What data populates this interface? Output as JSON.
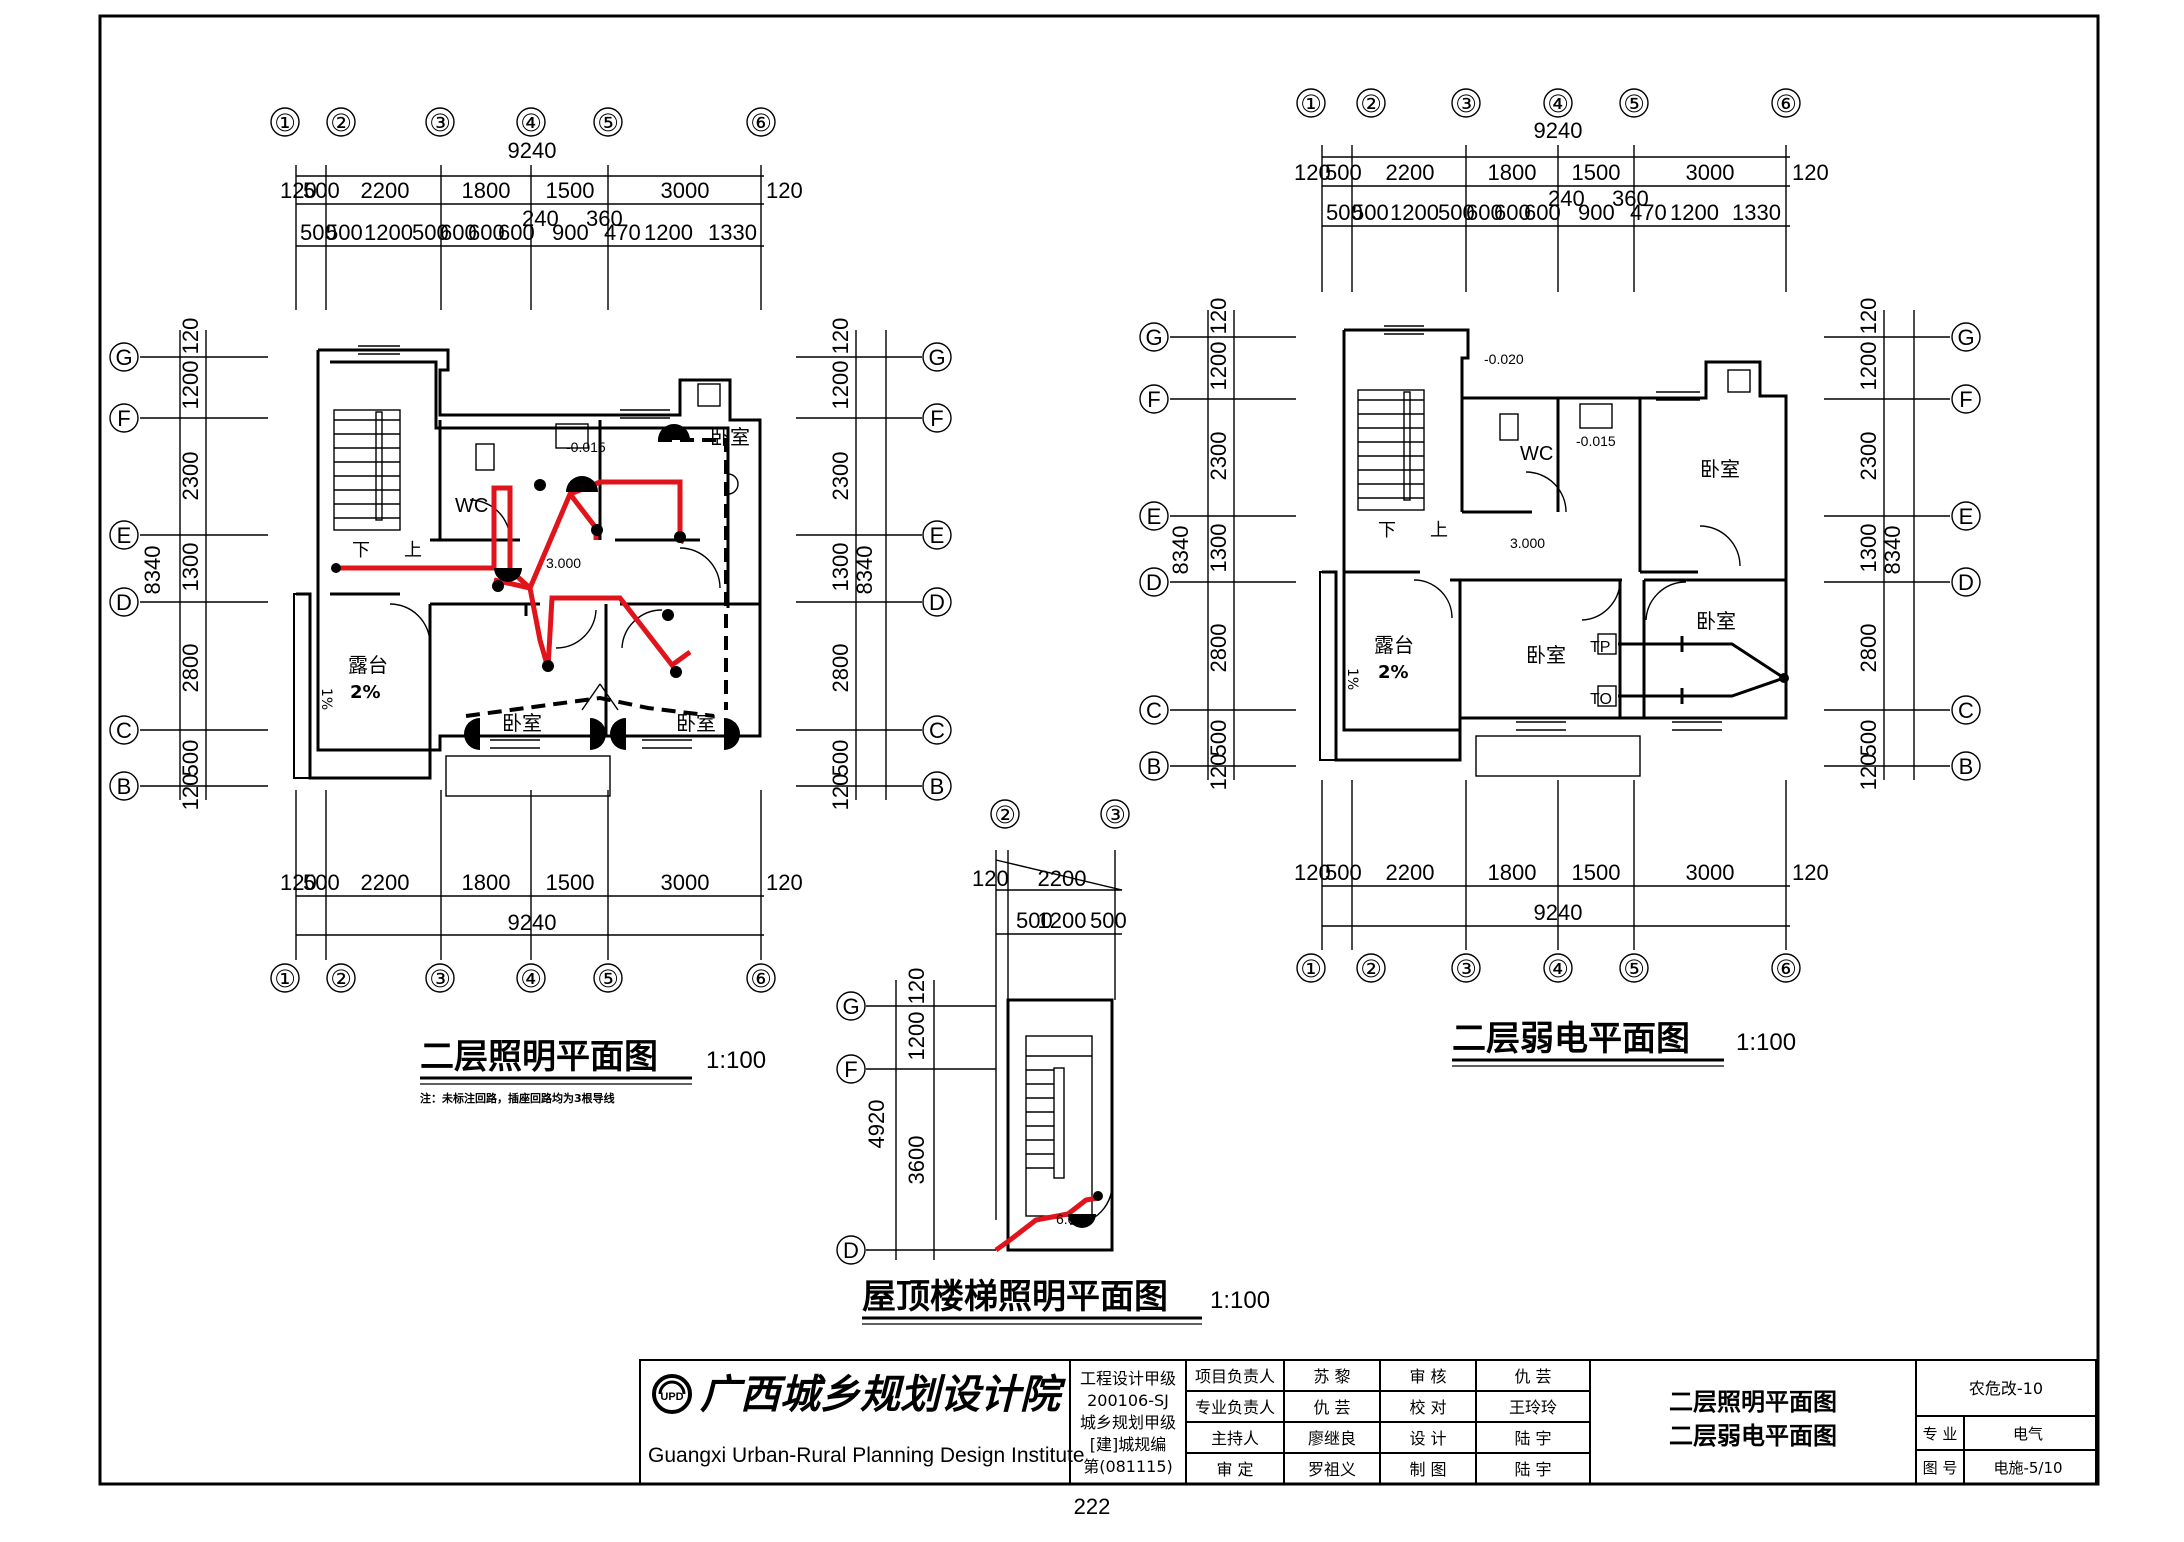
{
  "plans": {
    "lighting": {
      "title": "二层照明平面图",
      "scale": "1:100",
      "note": "注：未标注回路，插座回路均为3根导线",
      "grid_cols": [
        "①",
        "②",
        "③",
        "④",
        "⑤",
        "⑥"
      ],
      "grid_rows": [
        "G",
        "F",
        "E",
        "D",
        "C",
        "B"
      ],
      "top_total": "9240",
      "top_dims": [
        "120",
        "500",
        "2200",
        "1800",
        "1500",
        "3000",
        "120"
      ],
      "top_sub_dims": [
        "500",
        "500",
        "1200",
        "500",
        "600",
        "600",
        "600",
        "900",
        "470",
        "1200",
        "1330"
      ],
      "top_sub_extra": [
        "240",
        "360"
      ],
      "side_dims": [
        "120",
        "1200",
        "2300",
        "1300",
        "2800",
        "500",
        "120"
      ],
      "side_total": "8340",
      "rooms": [
        "卧室",
        "卧室",
        "卧室",
        "露台",
        "WC"
      ],
      "terrace_slope": "2%",
      "terrace_slope_side": "1%",
      "elev_a": "-0.015",
      "elev_b": "3.000",
      "stair_down": "下",
      "stair_up": "上"
    },
    "weak": {
      "title": "二层弱电平面图",
      "scale": "1:100",
      "rooms": [
        "卧室",
        "卧室",
        "卧室",
        "露台",
        "WC"
      ],
      "elev_a": "-0.020",
      "elev_b": "-0.015",
      "elev_c": "3.000",
      "tp": "TP",
      "to": "TO",
      "terrace_slope": "2%",
      "terrace_slope_side": "1%"
    },
    "roof": {
      "title": "屋顶楼梯照明平面图",
      "scale": "1:100",
      "grid_cols": [
        "②",
        "③"
      ],
      "grid_rows": [
        "G",
        "F",
        "D"
      ],
      "top_dims": [
        "120",
        "2200"
      ],
      "top_sub_dims": [
        "500",
        "1200",
        "500"
      ],
      "side_dims": [
        "120",
        "1200",
        "3600"
      ],
      "side_total": "4920",
      "elev": "6.000"
    }
  },
  "title_block": {
    "institute_cn": "广西城乡规划设计院",
    "institute_en": "Guangxi Urban-Rural Planning Design Institute",
    "qualification": [
      "工程设计甲级",
      "200106-SJ",
      "城乡规划甲级",
      "[建]城规编",
      "第(081115)"
    ],
    "roles": [
      "项目负责人",
      "专业负责人",
      "主持人",
      "审 定"
    ],
    "role_names": [
      "苏 黎",
      "仇 芸",
      "廖继良",
      "罗祖义"
    ],
    "checks": [
      "审 核",
      "校 对",
      "设 计",
      "制 图"
    ],
    "check_names": [
      "仇 芸",
      "王玲玲",
      "陆 宇",
      "陆 宇"
    ],
    "drawing_titles": [
      "二层照明平面图",
      "二层弱电平面图"
    ],
    "project": "农危改-10",
    "discipline_label": "专 业",
    "discipline": "电气",
    "sheet_label": "图 号",
    "sheet_no": "电施-5/10"
  },
  "page_number": "222"
}
